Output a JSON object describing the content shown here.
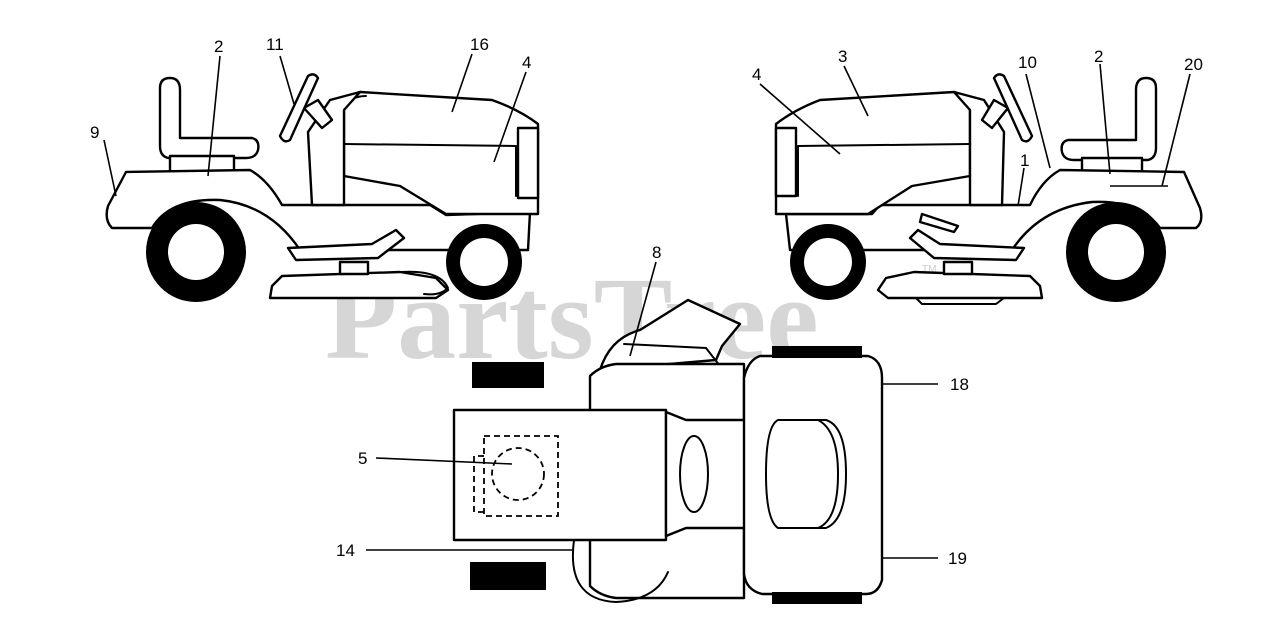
{
  "watermark": {
    "text": "PartsTree",
    "trademark": "TM"
  },
  "callouts": {
    "left_view": [
      "9",
      "2",
      "11",
      "16",
      "4"
    ],
    "right_view": [
      "4",
      "3",
      "10",
      "2",
      "20",
      "1"
    ],
    "top_view": [
      "8",
      "5",
      "14",
      "18",
      "19"
    ]
  }
}
